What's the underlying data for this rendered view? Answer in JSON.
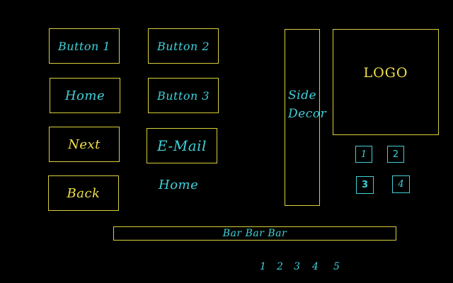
{
  "buttons": {
    "button1": "Button 1",
    "button2": "Button 2",
    "home": "Home",
    "button3": "Button 3",
    "next": "Next",
    "email": "E-Mail",
    "back": "Back",
    "home_link": "Home"
  },
  "side_decor": {
    "line1": "Side",
    "line2": "Decor"
  },
  "logo": "LOGO",
  "number_boxes": [
    "1",
    "2",
    "3",
    "4"
  ],
  "bar": "Bar Bar Bar",
  "pager": [
    "1",
    "2",
    "3",
    "4",
    "5"
  ],
  "colors": {
    "background": "#000000",
    "border": "#d8d03a",
    "cyan_text": "#3fd0d8",
    "yellow_text": "#f0e048"
  }
}
